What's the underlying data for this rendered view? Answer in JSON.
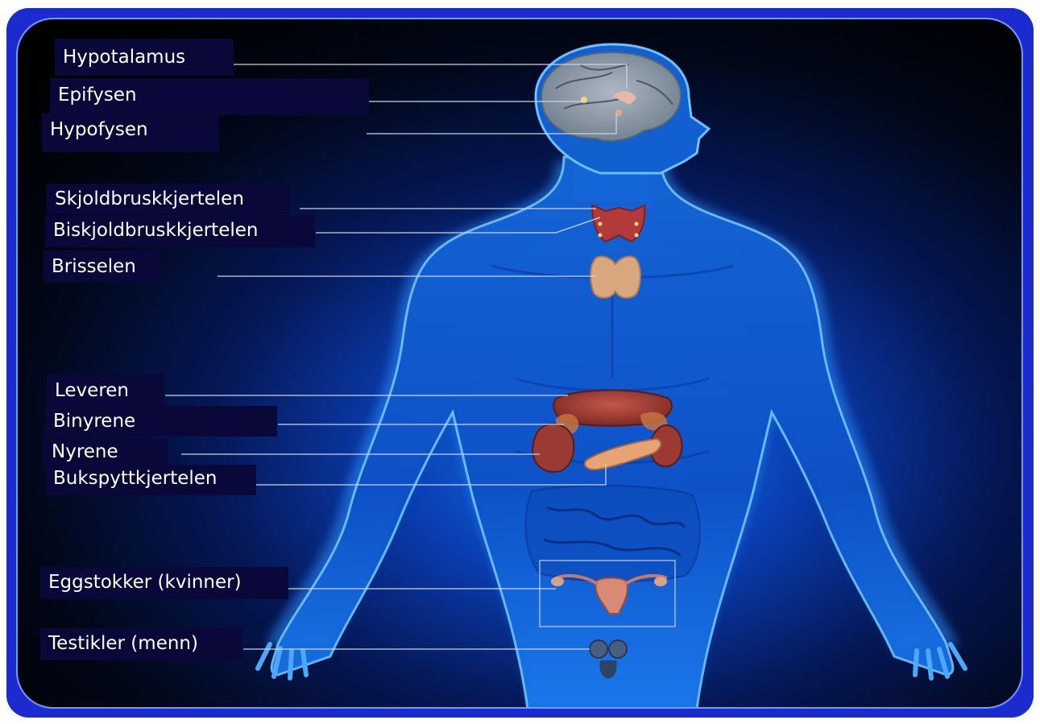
{
  "labels": {
    "hypotalamus": "Hypotalamus",
    "epifysen": "Epifysen",
    "hypofysen": "Hypofysen",
    "skjoldbruskkjertelen": "Skjoldbruskkjertelen",
    "biskjoldbruskkjertelen": "Biskjoldbruskkjertelen",
    "brisselen": "Brisselen",
    "leveren": "Leveren",
    "binyrene": "Binyrene",
    "nyrene": "Nyrene",
    "bukspyttkjertelen": "Bukspyttkjertelen",
    "eggstokker": "Eggstokker (kvinner)",
    "testikler": "Testikler (menn)"
  },
  "colors": {
    "label_bg": "#0a0838",
    "label_text": "#ffffff",
    "frame": "#1b2bd0",
    "body_glow": "#1e8bff",
    "organ_red": "#b5463e",
    "organ_tan": "#d9a77e"
  }
}
